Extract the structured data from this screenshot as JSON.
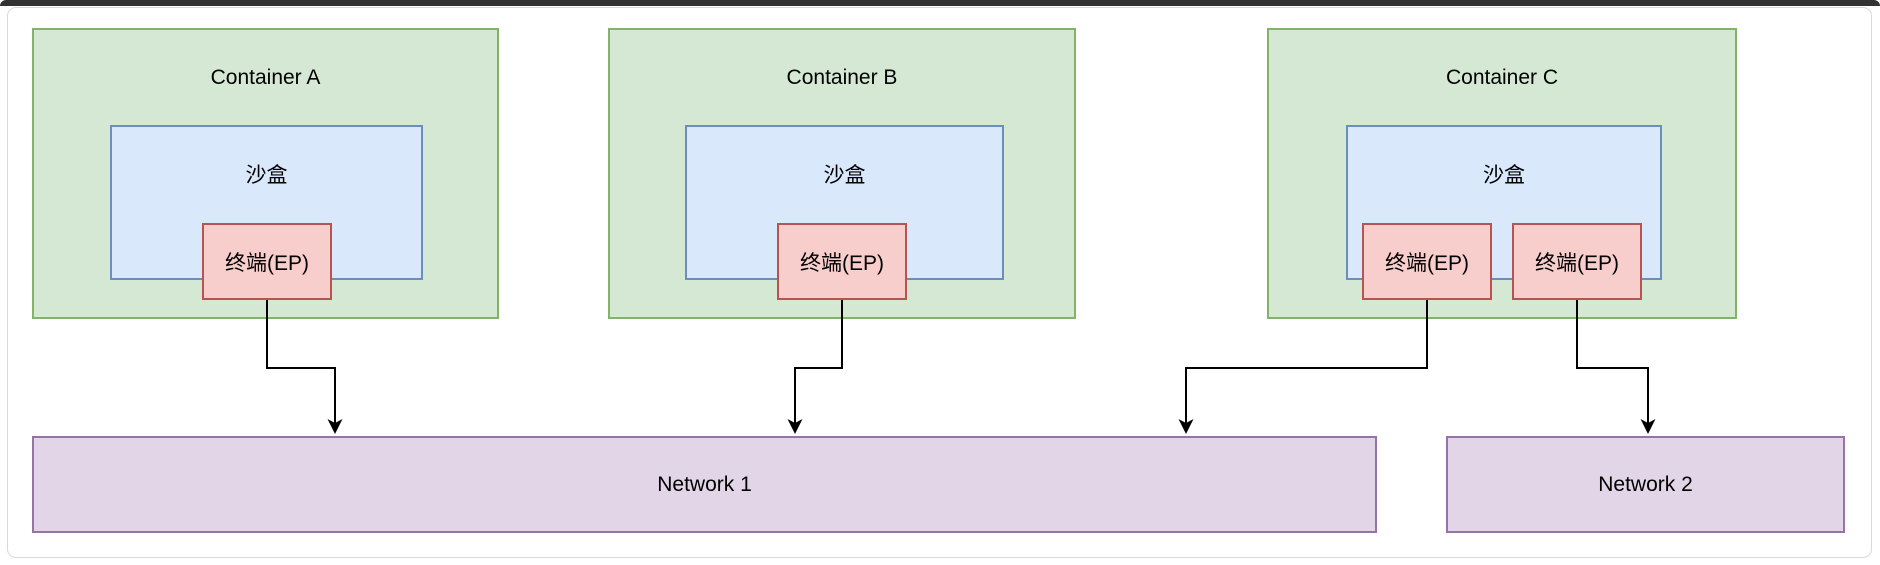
{
  "diagram": {
    "containers": [
      {
        "title": "Container A",
        "sandbox_label": "沙盒",
        "endpoints": [
          "终端(EP)"
        ]
      },
      {
        "title": "Container B",
        "sandbox_label": "沙盒",
        "endpoints": [
          "终端(EP)"
        ]
      },
      {
        "title": "Container C",
        "sandbox_label": "沙盒",
        "endpoints": [
          "终端(EP)",
          "终端(EP)"
        ]
      }
    ],
    "networks": [
      {
        "label": "Network 1"
      },
      {
        "label": "Network 2"
      }
    ],
    "connections": [
      {
        "from": "container-a-endpoint",
        "to": "network-1"
      },
      {
        "from": "container-b-endpoint",
        "to": "network-1"
      },
      {
        "from": "container-c-endpoint-1",
        "to": "network-1"
      },
      {
        "from": "container-c-endpoint-2",
        "to": "network-2"
      }
    ],
    "colors": {
      "container_fill": "#d5e8d4",
      "container_border": "#82b366",
      "sandbox_fill": "#dae8fc",
      "sandbox_border": "#6c8ebf",
      "endpoint_fill": "#f8cecc",
      "endpoint_border": "#b85450",
      "network_fill": "#e1d5e7",
      "network_border": "#9673a6",
      "arrow": "#000000",
      "window_bar": "#323232",
      "frame_border": "#d9d9d9"
    }
  }
}
